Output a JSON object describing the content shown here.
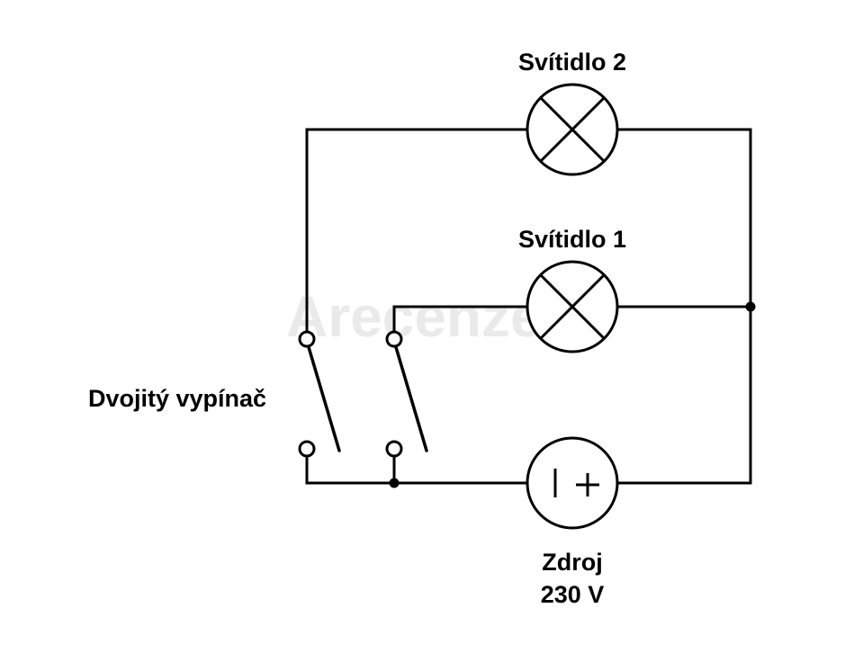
{
  "labels": {
    "lamp2": "Svítidlo 2",
    "lamp1": "Svítidlo 1",
    "switch": "Dvojitý vypínač",
    "source_line1": "Zdroj",
    "source_line2": "230 V"
  },
  "watermark": "Arecenze",
  "colors": {
    "line": "#000000",
    "background": "#ffffff"
  }
}
